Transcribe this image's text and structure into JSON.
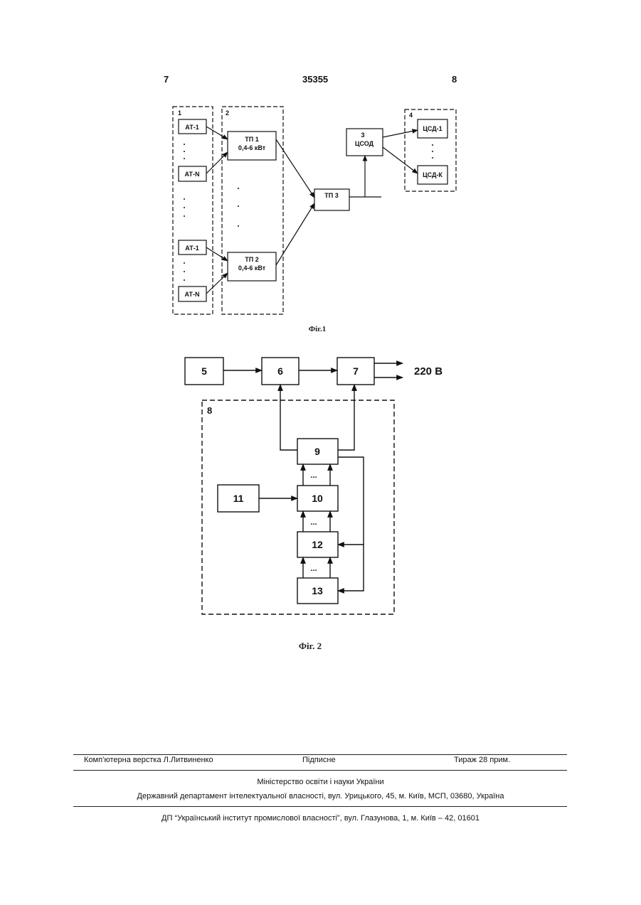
{
  "header": {
    "left_page": "7",
    "patent_number": "35355",
    "right_page": "8"
  },
  "fig1": {
    "caption": "Фіг.1",
    "group_labels": [
      "1",
      "2",
      "3",
      "4"
    ],
    "at1_top": "АТ-1",
    "atn_top": "АТ-N",
    "at1_bottom": "АТ-1",
    "atn_bottom": "АТ-N",
    "tp1_line1": "ТП 1",
    "tp1_line2": "0,4-6   кВт",
    "tp2_line1": "ТП 2",
    "tp2_line2": "0,4-6   кВт",
    "tp3": "ТП 3",
    "csod": "ЦСОД",
    "csd1": "ЦСД-1",
    "csdk": "ЦСД-К"
  },
  "fig2": {
    "caption": "Фіг. 2",
    "blocks": {
      "b5": "5",
      "b6": "6",
      "b7": "7",
      "b9": "9",
      "b10": "10",
      "b11": "11",
      "b12": "12",
      "b13": "13"
    },
    "group_label": "8",
    "output_label": "220 В",
    "ellipsis": "..."
  },
  "footer": {
    "typesetting": "Комп’ютерна верстка Л.Литвиненко",
    "signed": "Підписне",
    "circulation": "Тираж 28 прим.",
    "ministry": "Міністерство освіти і науки України",
    "department": "Державний департамент інтелектуальної власності, вул. Урицького, 45, м. Київ, МСП, 03680, Україна",
    "institute": "ДП “Український інститут промислової власності”, вул. Глазунова, 1, м. Київ – 42, 01601"
  }
}
